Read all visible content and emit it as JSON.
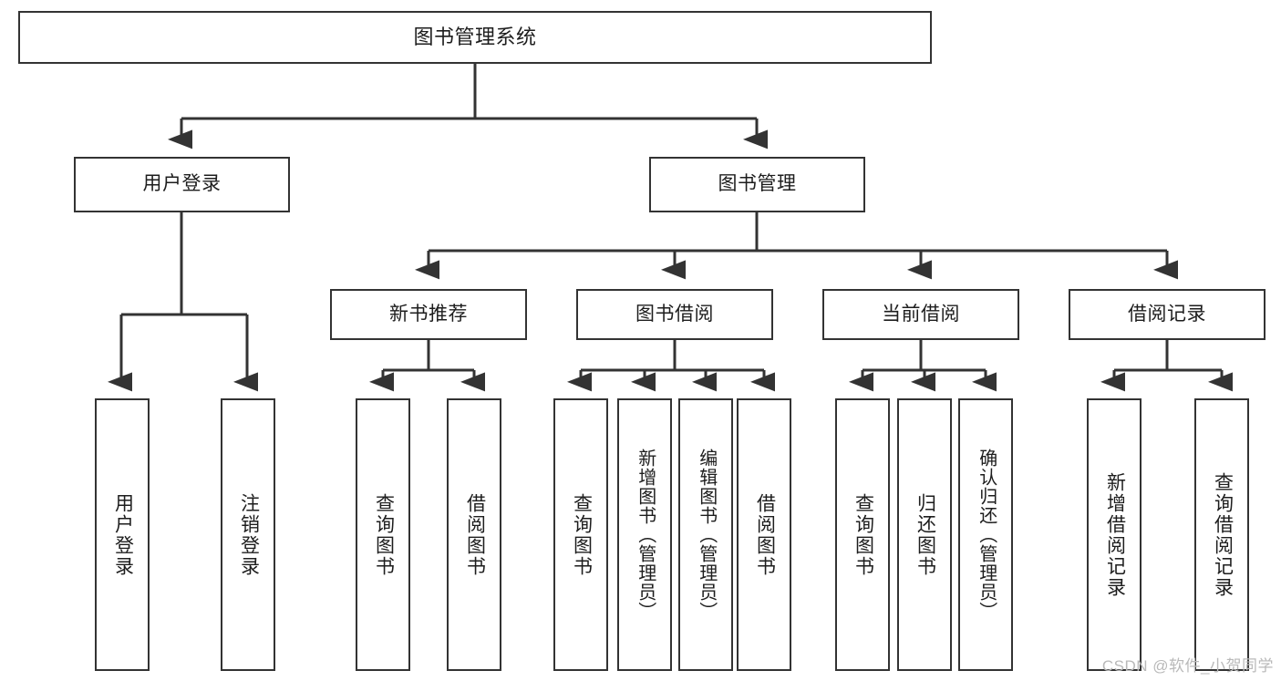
{
  "diagram": {
    "title": "图书管理系统",
    "type": "tree-hierarchy-diagram",
    "colors": {
      "box_border": "#333333",
      "box_fill": "#ffffff",
      "edge": "#333333",
      "text": "#1d1d1d",
      "watermark": "#b9b9b9",
      "background": "#ffffff"
    },
    "root": {
      "label": "图书管理系统"
    },
    "level2": [
      {
        "label": "用户登录"
      },
      {
        "label": "图书管理"
      }
    ],
    "level3": [
      {
        "label": "新书推荐"
      },
      {
        "label": "图书借阅"
      },
      {
        "label": "当前借阅"
      },
      {
        "label": "借阅记录"
      }
    ],
    "leaves": {
      "user_login": [
        {
          "label": "用户登录"
        },
        {
          "label": "注销登录"
        }
      ],
      "new_book_recommend": [
        {
          "label": "查询图书"
        },
        {
          "label": "借阅图书"
        }
      ],
      "book_borrow": [
        {
          "label": "查询图书"
        },
        {
          "label": "新增图书（管理员）"
        },
        {
          "label": "编辑图书（管理员）"
        },
        {
          "label": "借阅图书"
        }
      ],
      "current_borrow": [
        {
          "label": "查询图书"
        },
        {
          "label": "归还图书"
        },
        {
          "label": "确认归还（管理员）"
        }
      ],
      "borrow_record": [
        {
          "label": "新增借阅记录"
        },
        {
          "label": "查询借阅记录"
        }
      ]
    }
  },
  "watermark": {
    "text": "CSDN @软件_小贺同学"
  }
}
